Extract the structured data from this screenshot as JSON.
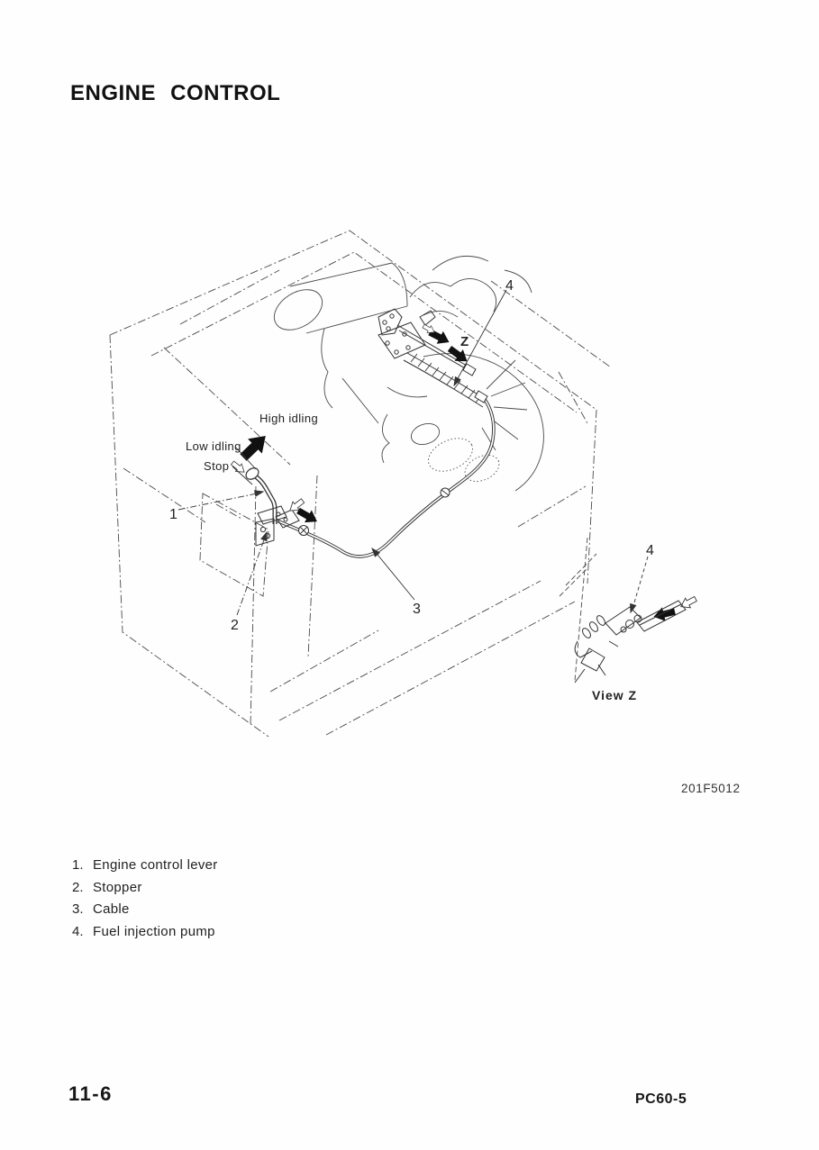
{
  "page": {
    "title": "ENGINE CONTROL",
    "figure_code": "201F5012",
    "page_number": "11-6",
    "model": "PC60-5"
  },
  "diagram": {
    "labels": {
      "high_idling": "High idling",
      "low_idling": "Low idling",
      "stop": "Stop",
      "z_marker": "Z",
      "view_z": "View Z",
      "callout_1": "1",
      "callout_2": "2",
      "callout_3": "3",
      "callout_4_main": "4",
      "callout_4_view": "4"
    },
    "colors": {
      "ink": "#1d1d1d",
      "line": "#4a4a4a",
      "arrow": "#111111",
      "paper": "#ffffff"
    }
  },
  "legend": {
    "items": [
      {
        "num": "1.",
        "label": "Engine control lever"
      },
      {
        "num": "2.",
        "label": "Stopper"
      },
      {
        "num": "3.",
        "label": "Cable"
      },
      {
        "num": "4.",
        "label": "Fuel injection pump"
      }
    ]
  }
}
